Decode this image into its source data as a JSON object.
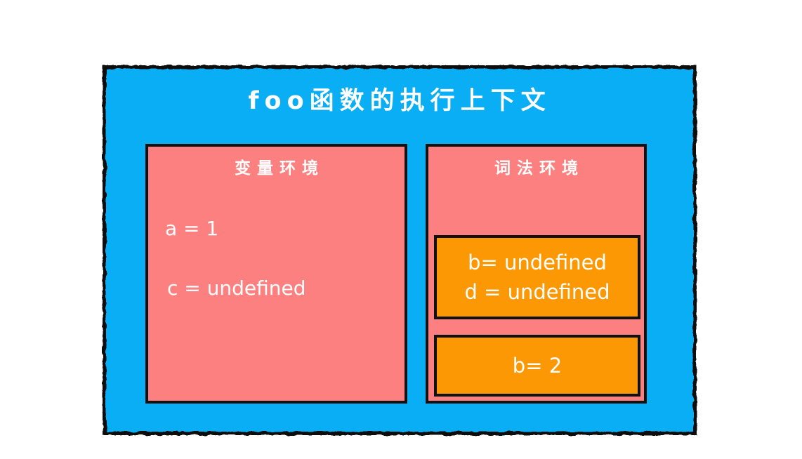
{
  "diagram": {
    "title": "foo函数的执行上下文",
    "variable_env": {
      "title": "变量环境",
      "entries": [
        "a = 1",
        "c = undefined"
      ]
    },
    "lexical_env": {
      "title": "词法环境",
      "blocks": [
        {
          "lines": [
            "b= undefined",
            "d = undefined"
          ]
        },
        {
          "lines": [
            "b= 2"
          ]
        }
      ]
    },
    "colors": {
      "background": "#ffffff",
      "context_fill": "#0aaef5",
      "env_fill": "#fc8080",
      "block_fill": "#fb9803",
      "border": "#111111",
      "text": "#ffffff"
    }
  }
}
